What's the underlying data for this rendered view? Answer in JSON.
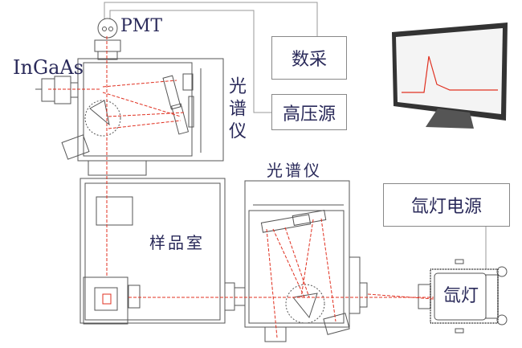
{
  "labels": {
    "pmt": "PMT",
    "ingaas": "InGaAs",
    "spectrometer_top": "光谱仪",
    "daq": "数采",
    "hv_source": "高压源",
    "spectrometer_bottom": "光谱仪",
    "xenon_power": "氙灯电源",
    "sample_chamber": "样品室",
    "xenon_lamp": "氙灯"
  },
  "colors": {
    "beam": "#e03020",
    "outline": "#555555",
    "text": "#2a2a5a"
  }
}
